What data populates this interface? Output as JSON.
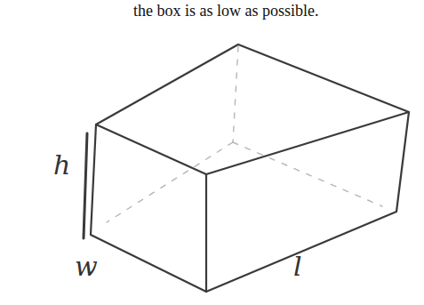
{
  "diagram": {
    "labels": [
      "the box is as low as possible.",
      "h",
      "w",
      "l"
    ]
  }
}
